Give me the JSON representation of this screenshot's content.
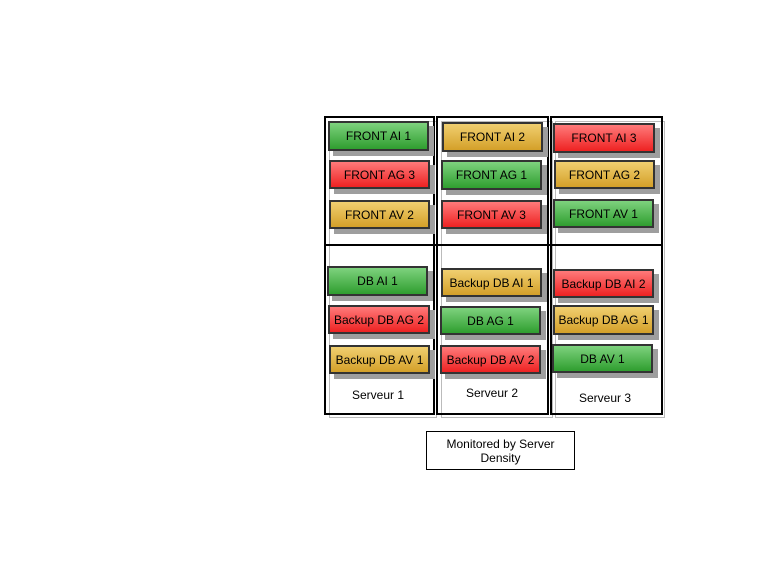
{
  "columns": [
    {
      "label": "Serveur 1",
      "front": [
        {
          "text": "FRONT AI 1",
          "status": "green"
        },
        {
          "text": "FRONT AG 3",
          "status": "red"
        },
        {
          "text": "FRONT AV 2",
          "status": "amber"
        }
      ],
      "db": [
        {
          "text": "DB AI 1",
          "status": "green"
        },
        {
          "text": "Backup DB AG 2",
          "status": "red"
        },
        {
          "text": "Backup DB AV 1",
          "status": "amber"
        }
      ]
    },
    {
      "label": "Serveur 2",
      "front": [
        {
          "text": "FRONT AI 2",
          "status": "amber"
        },
        {
          "text": "FRONT AG 1",
          "status": "green"
        },
        {
          "text": "FRONT AV 3",
          "status": "red"
        }
      ],
      "db": [
        {
          "text": "Backup DB AI 1",
          "status": "amber"
        },
        {
          "text": "DB AG 1",
          "status": "green"
        },
        {
          "text": "Backup DB AV 2",
          "status": "red"
        }
      ]
    },
    {
      "label": "Serveur 3",
      "front": [
        {
          "text": "FRONT AI 3",
          "status": "red"
        },
        {
          "text": "FRONT AG 2",
          "status": "amber"
        },
        {
          "text": "FRONT AV 1",
          "status": "green"
        }
      ],
      "db": [
        {
          "text": "Backup DB AI 2",
          "status": "red"
        },
        {
          "text": "Backup DB AG 1",
          "status": "amber"
        },
        {
          "text": "DB AV 1",
          "status": "green"
        }
      ]
    }
  ],
  "note": "Monitored by Server Density",
  "colors": {
    "green": "#2f9e2f",
    "red": "#ee2222",
    "amber": "#d4a029"
  }
}
